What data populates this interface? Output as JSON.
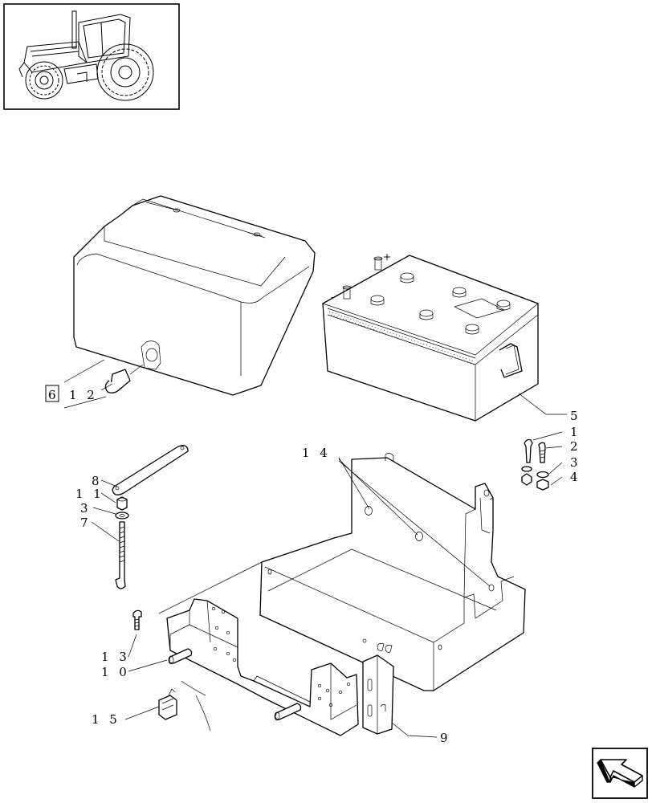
{
  "figure": {
    "callouts": {
      "c1": "1",
      "c2": "2",
      "c3": "3",
      "c4": "4",
      "c5": "5",
      "c6": "6",
      "c12": "1 2",
      "c8": "8",
      "c11": "1 1",
      "c3b": "3",
      "c7": "7",
      "c14": "1 4",
      "c13": "1 3",
      "c10": "1 0",
      "c15": "1 5",
      "c9": "9"
    },
    "terminal_marks": {
      "plus": "+",
      "minus": "-"
    }
  },
  "nav": {
    "icon": "arrow-icon"
  }
}
